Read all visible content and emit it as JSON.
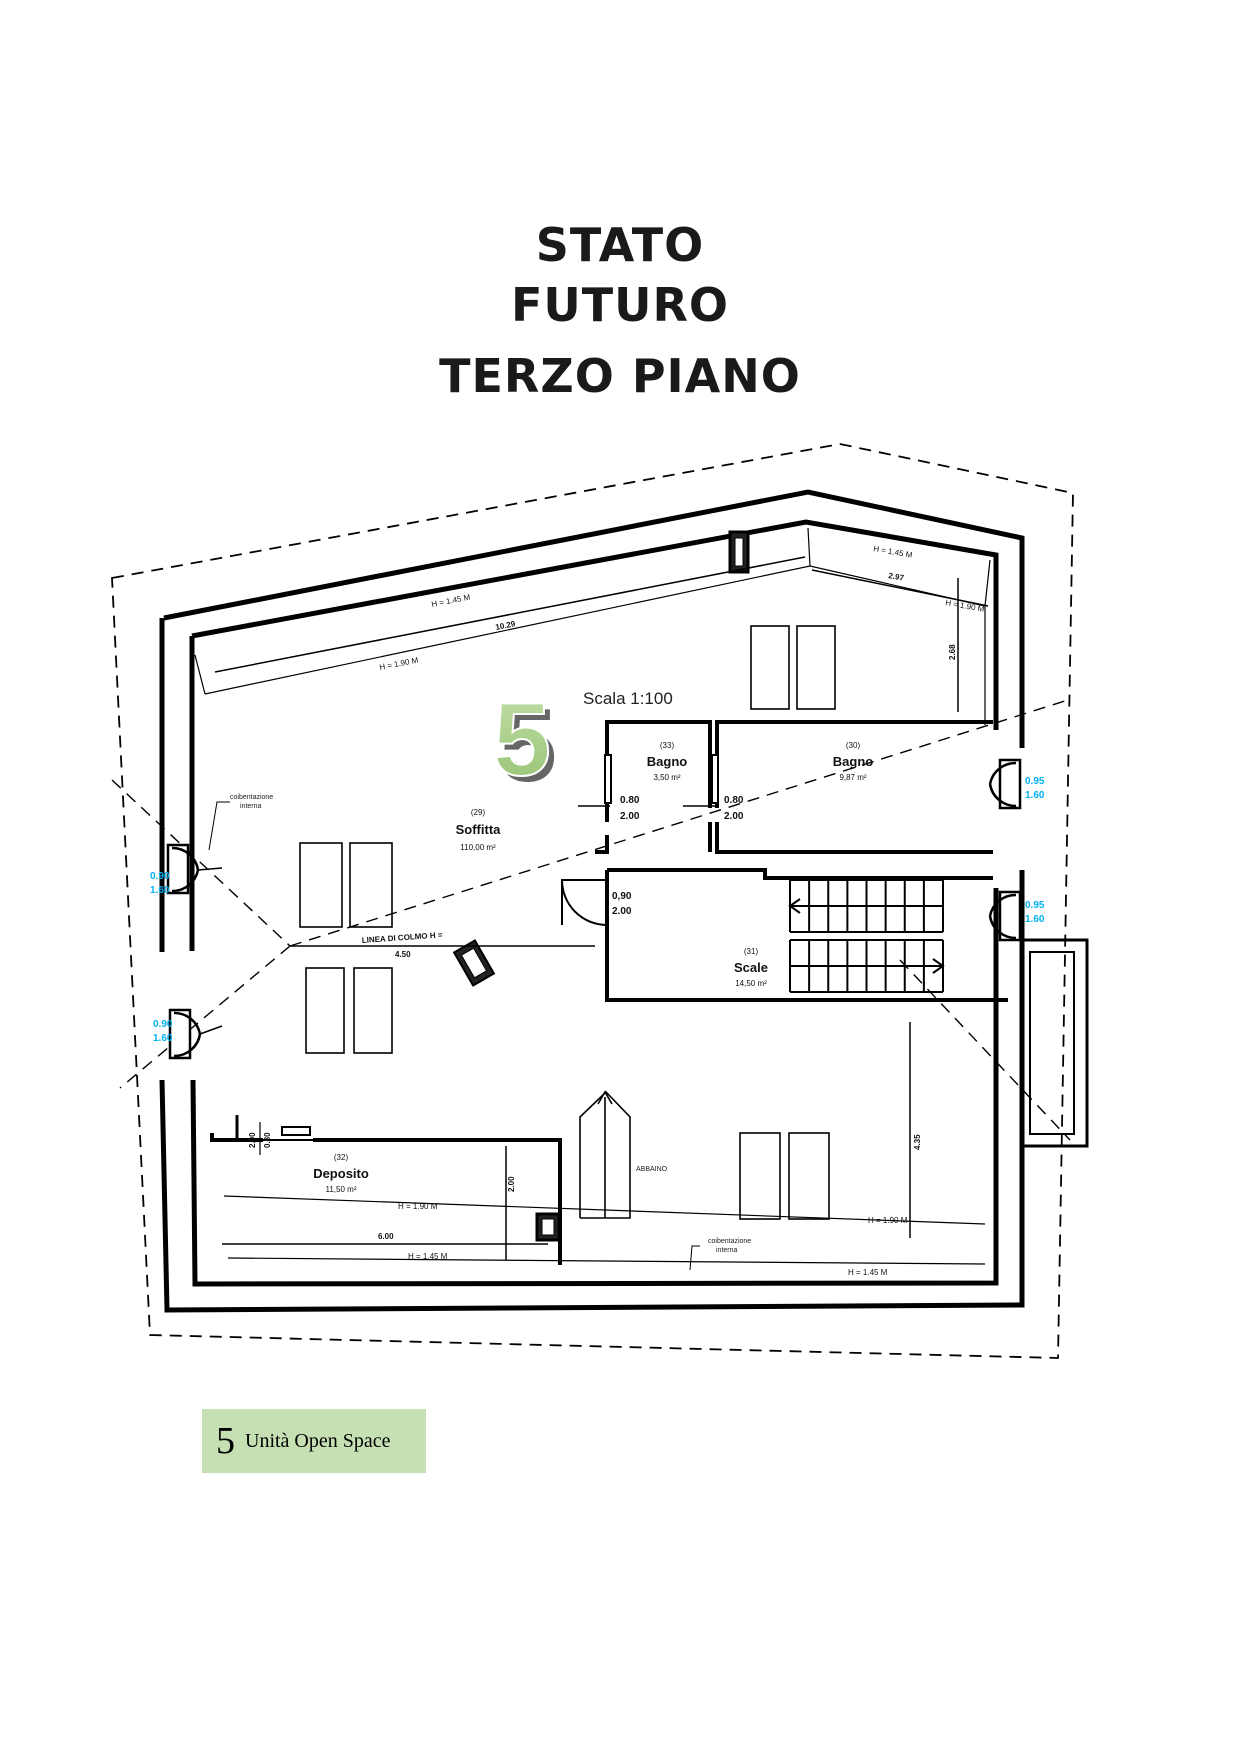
{
  "title": {
    "line1": "STATO",
    "line2": "FUTURO",
    "line3": "TERZO PIANO"
  },
  "scale": "Scala 1:100",
  "unit_marker": "5",
  "rooms": {
    "soffitta": {
      "num": "(29)",
      "name": "Soffitta",
      "area": "110,00 m²"
    },
    "bagno_small": {
      "num": "(33)",
      "name": "Bagno",
      "area": "3,50 m²"
    },
    "bagno_large": {
      "num": "(30)",
      "name": "Bagno",
      "area": "9,87 m²"
    },
    "scale": {
      "num": "(31)",
      "name": "Scale",
      "area": "14,50 m²"
    },
    "deposito": {
      "num": "(32)",
      "name": "Deposito",
      "area": "11,50 m²"
    }
  },
  "dimensions": {
    "h145_top_right": "H = 1.45 M",
    "d297": "2.97",
    "h190_top_right": "H = 1.90 M",
    "d268": "2.68",
    "h145_top": "H = 1.45 M",
    "d1029": "10.29",
    "h190_top": "H = 1.90 M",
    "door_bagno1_w": "0.80",
    "door_bagno1_h": "2.00",
    "door_bagno2_w": "0.80",
    "door_bagno2_h": "2.00",
    "door_scale_w": "0,90",
    "door_scale_h": "2.00",
    "colmo_label": "LINEA DI COLMO H =",
    "colmo_value": "4.50",
    "d435": "4.35",
    "door_depo_w": "0.80",
    "door_depo_h": "2.00",
    "d200_depo": "2.00",
    "h190_bottom": "H = 1.90 M",
    "d600": "6.00",
    "h145_bottom": "H = 1.45 M",
    "h190_bottom_right": "H = 1.90 M",
    "h145_bottom_right": "H = 1.45 M"
  },
  "windows": {
    "left1_w": "0.90",
    "left1_h": "1.60",
    "left2_w": "0.90",
    "left2_h": "1.60",
    "right1_w": "0.95",
    "right1_h": "1.60",
    "right2_w": "0.95",
    "right2_h": "1.60"
  },
  "notes": {
    "coibentazione_left_1": "coibentazione",
    "coibentazione_left_2": "interna",
    "coibentazione_bottom_1": "coibentazione",
    "coibentazione_bottom_2": "interna",
    "abbaino": "ABBAINO"
  },
  "legend": {
    "number": "5",
    "label": "Unità Open Space"
  },
  "colors": {
    "legend_fill": "#c6e0b4",
    "unit_number_fill": "#a9d08e",
    "window_dim": "#00b0f0",
    "wall": "#000000"
  }
}
